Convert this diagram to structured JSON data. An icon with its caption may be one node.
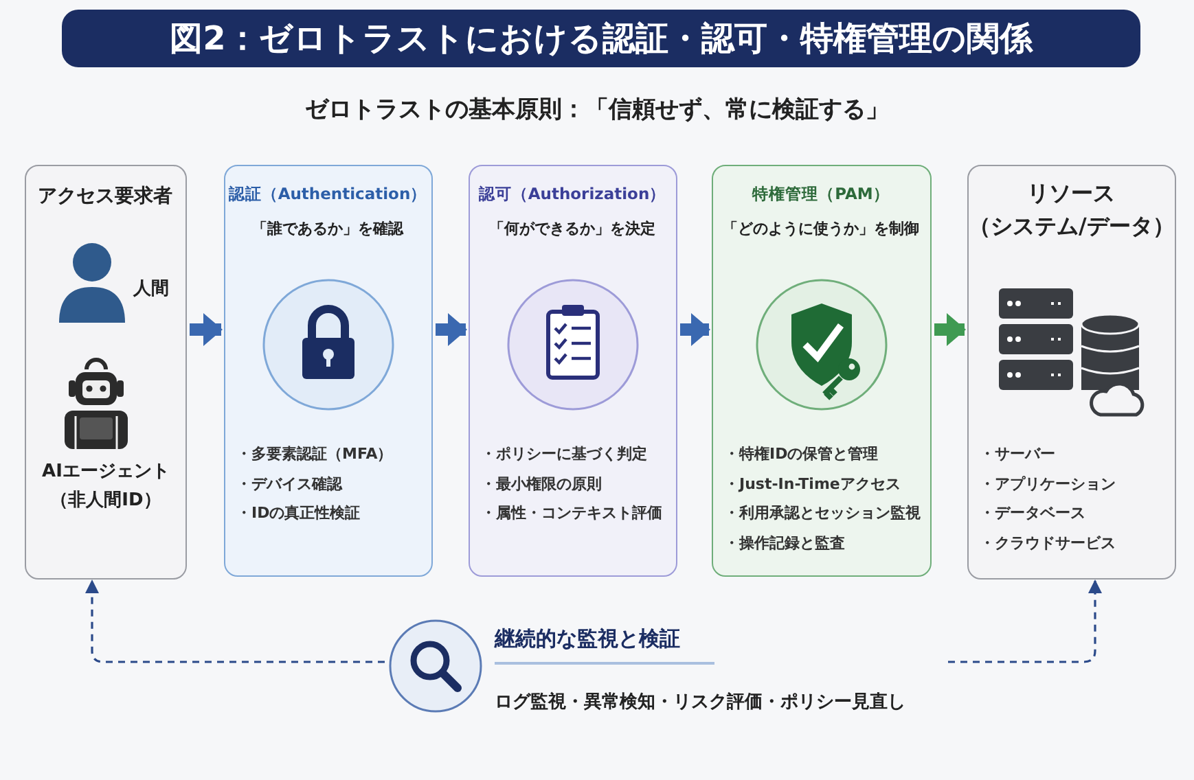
{
  "diagram": {
    "title": "図2：ゼロトラストにおける認証・認可・特権管理の関係",
    "nodes": [
      {
        "text": [
          "アクセス要求者",
          "人間",
          "AIエージェント（非人間ID）"
        ]
      },
      {
        "text": [
          "認証（Authentication）",
          "「誰であるか」を確認",
          "・多要素認証（MFA）",
          "・デバイス確認",
          "・IDの真正性検証"
        ]
      },
      {
        "text": [
          "認可（Authorization）",
          "「何ができるか」を決定",
          "・ポリシーに基づく判定",
          "・最小権限の原則",
          "・属性・コンテキスト評価"
        ]
      },
      {
        "text": [
          "特権管理（PAM）",
          "「どのように使うか」を制御",
          "・特権IDの保管と管理",
          "・Just-In-Timeアクセス",
          "・利用承認とセッション監視",
          "・操作記録と監査"
        ]
      },
      {
        "text": [
          "リソース",
          "（システム/データ）",
          "・サーバー",
          "・アプリケーション",
          "・データベース",
          "・クラウドサービス"
        ]
      },
      {
        "text": [
          "継続的な監視と検証",
          "ログ監視・異常検知・リスク評価・ポリシー見直し"
        ]
      }
    ],
    "edges": [
      {
        "from": 0,
        "to": 1,
        "arrow": "to"
      },
      {
        "from": 1,
        "to": 2,
        "arrow": "to"
      },
      {
        "from": 2,
        "to": 3,
        "arrow": "to"
      },
      {
        "from": 3,
        "to": 4,
        "arrow": "to",
        "color": "#3f9a52"
      },
      {
        "from": 5,
        "to": 0,
        "arrow": "to",
        "style": "dashed"
      },
      {
        "from": 5,
        "to": 4,
        "arrow": "to",
        "style": "dashed"
      }
    ],
    "labels": [
      "ゼロトラストの基本原則：「信頼せず、常に検証する」"
    ]
  }
}
